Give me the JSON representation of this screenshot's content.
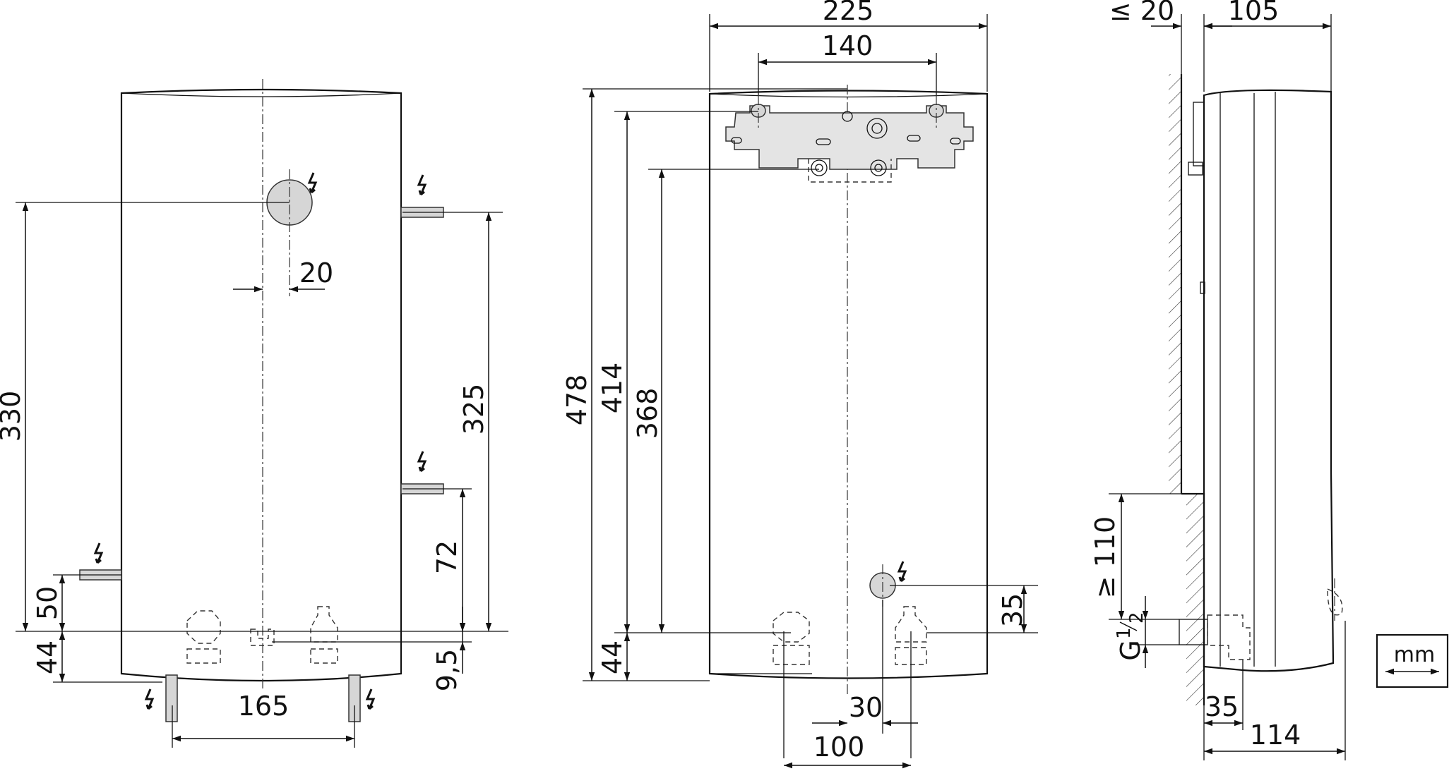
{
  "diagram": {
    "units_label": "mm",
    "front_view": {
      "dim_330": "330",
      "dim_325": "325",
      "dim_20": "20",
      "dim_72": "72",
      "dim_50": "50",
      "dim_44": "44",
      "dim_9_5": "9,5",
      "dim_165": "165"
    },
    "rear_view": {
      "dim_225": "225",
      "dim_140": "140",
      "dim_478": "478",
      "dim_414": "414",
      "dim_368": "368",
      "dim_44": "44",
      "dim_35": "35",
      "dim_30": "30",
      "dim_100": "100"
    },
    "side_view": {
      "dim_le_20": "≤ 20",
      "dim_105": "105",
      "dim_ge_110": "≥ 110",
      "thread_g": "G",
      "thread_num": "1",
      "thread_den": "2",
      "dim_35": "35",
      "dim_114": "114"
    }
  }
}
